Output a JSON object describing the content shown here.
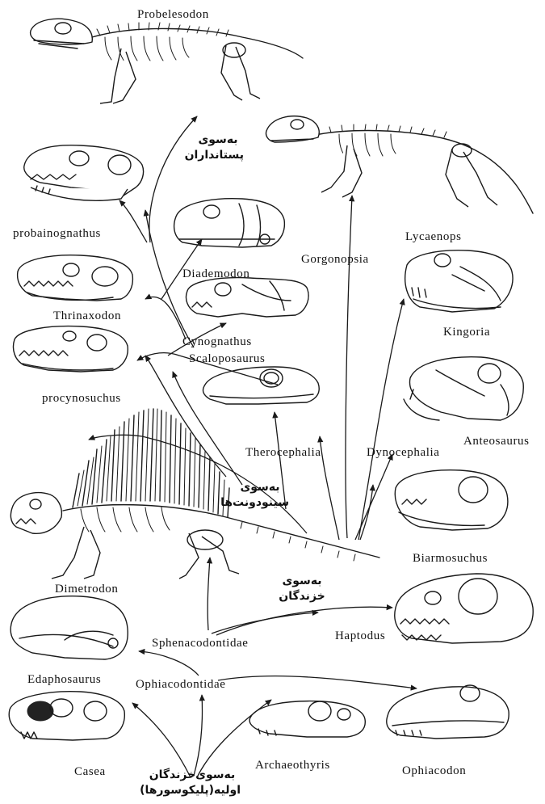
{
  "labels": {
    "probelesodon": "Probelesodon",
    "probainognathus": "probainognathus",
    "thrinaxodon": "Thrinaxodon",
    "procynosuchus": "procynosuchus",
    "diademodon": "Diademodon",
    "cynognathus": "Cynognathus",
    "scaloposaurus": "Scaloposaurus",
    "gorgonopsia": "Gorgonopsia",
    "lycaenops": "Lycaenops",
    "kingoria": "Kingoria",
    "anteosaurus": "Anteosaurus",
    "therocephalia": "Therocephalia",
    "dynocephalia": "Dynocephalia",
    "biarmosuchus": "Biarmosuchus",
    "dimetrodon": "Dimetrodon",
    "haptodus": "Haptodus",
    "sphenacodontidae": "Sphenacodontidae",
    "edaphosaurus": "Edaphosaurus",
    "ophiacodontidae": "Ophiacodontidae",
    "casea": "Casea",
    "archaeothyris": "Archaeothyris",
    "ophiacodon": "Ophiacodon"
  },
  "arrow_labels": {
    "to_mammals": [
      "بەسوی",
      "پستانداران"
    ],
    "to_cynodonts": [
      "بەسوی",
      "سینودونت‌ها"
    ],
    "to_reptiles": [
      "بەسوی",
      "خزندگان"
    ],
    "to_early_reptiles": [
      "بەسوی‌خزندگان",
      "اولیه(پلیکوسورها)"
    ]
  },
  "colors": {
    "ink": "#1a1a1a",
    "background": "#ffffff"
  }
}
